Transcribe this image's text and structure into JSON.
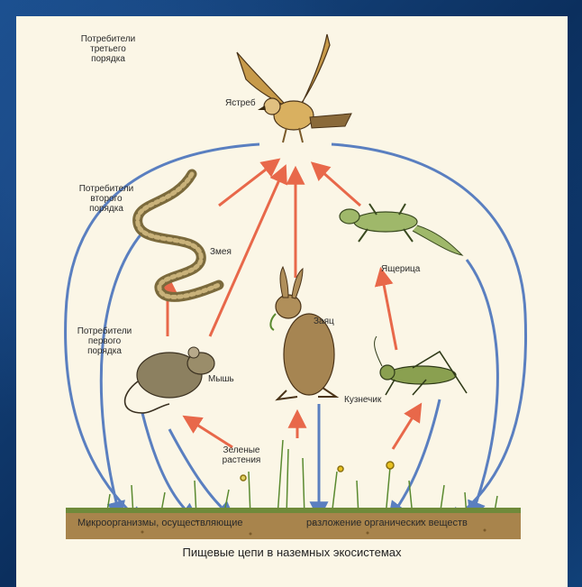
{
  "levels": {
    "third": "Потребители\nтретьего\nпорядка",
    "second": "Потребители\nвторого\nпорядка",
    "first": "Потребители\nпервого\nпорядка"
  },
  "organisms": {
    "hawk": "Ястреб",
    "snake": "Змея",
    "lizard": "Ящерица",
    "hare": "Заяц",
    "mouse": "Мышь",
    "grasshopper": "Кузнечик",
    "plants": "Зеленые\nрастения"
  },
  "soil": {
    "left": "Микроорганизмы, осуществляющие",
    "right": "разложение органических веществ"
  },
  "caption": "Пищевые цепи в наземных экосистемах",
  "colors": {
    "slide_bg": "#fbf6e6",
    "food_arrow": "#e8684a",
    "decomposition_arrow": "#5a7fc0",
    "soil": "#7a5a2a"
  }
}
